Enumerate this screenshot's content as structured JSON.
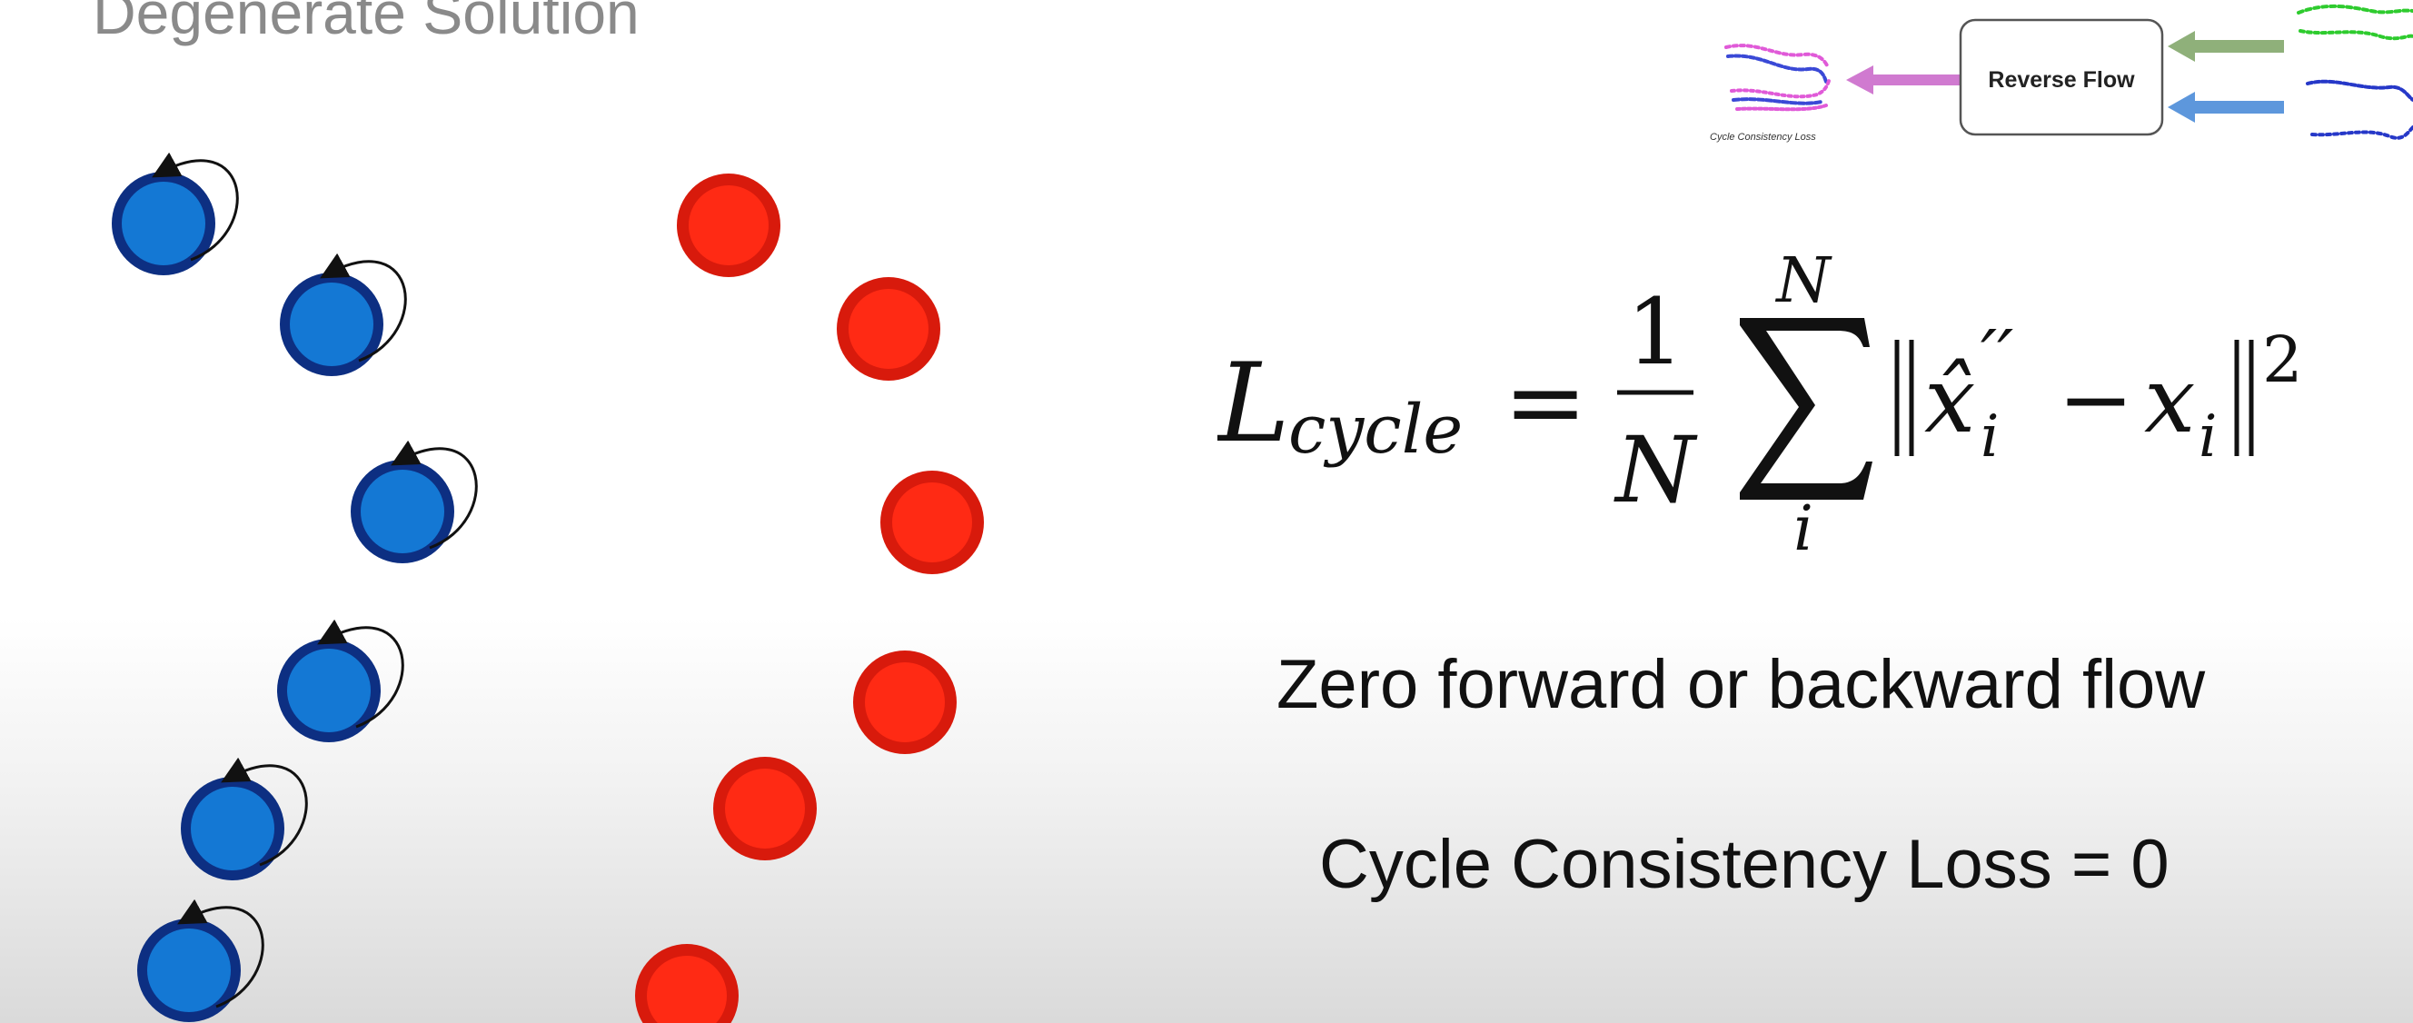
{
  "slide": {
    "title": "Degenerate Solution",
    "statement_1": "Zero forward or backward flow",
    "statement_2": "Cycle Consistency Loss = 0"
  },
  "inset": {
    "box_label": "Reverse Flow",
    "caption": "Cycle Consistency Loss"
  },
  "formula": {
    "lhs_symbol": "L",
    "lhs_subscript": "cycle",
    "equals": "=",
    "numerator": "1",
    "denominator": "N",
    "sum_upper": "N",
    "sum_lower": "i",
    "x_hat": "x̂",
    "x_hat_sub": "i",
    "x_hat_sup": "′′",
    "minus": "−",
    "x": "x",
    "x_sub": "i",
    "power": "2"
  },
  "colors": {
    "blue_fill": "#1478d4",
    "blue_ring": "#0d2f82",
    "red_fill": "#ff2a14",
    "red_ring": "#d81a0c",
    "title": "#8a8a8a",
    "arrow_pink": "#d07ad0",
    "arrow_green": "#8fb07a",
    "arrow_blue": "#5d97dc"
  }
}
